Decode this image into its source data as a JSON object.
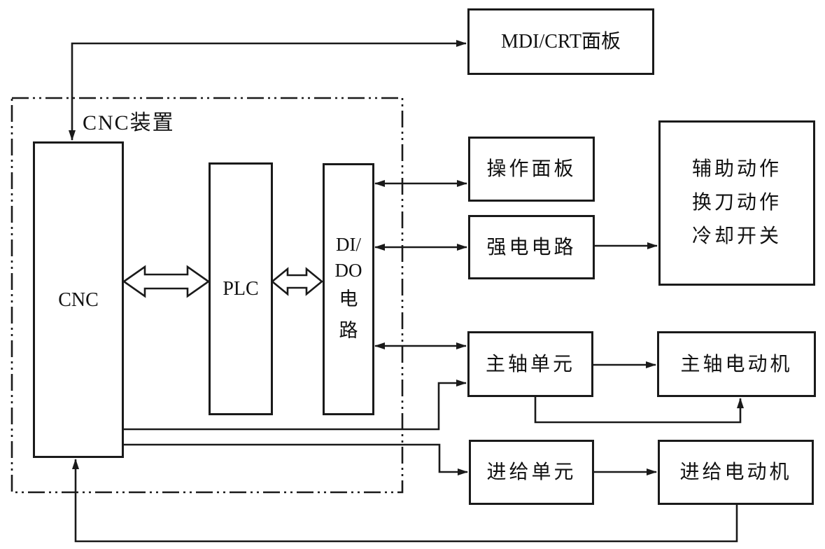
{
  "diagram": {
    "container_label": "CNC装置",
    "boxes": {
      "mdi_crt": "MDI/CRT面板",
      "cnc": "CNC",
      "plc": "PLC",
      "dido": {
        "l1": "DI/",
        "l2": "DO",
        "l3": "电",
        "l4": "路"
      },
      "operation_panel": "操作面板",
      "power_circuit": "强电电路",
      "aux_actions": {
        "l1": "辅助动作",
        "l2": "换刀动作",
        "l3": "冷却开关"
      },
      "spindle_unit": "主轴单元",
      "spindle_motor": "主轴电动机",
      "feed_unit": "进给单元",
      "feed_motor": "进给电动机"
    },
    "colors": {
      "line": "#1a1a1a",
      "background": "#ffffff",
      "text": "#111111"
    }
  }
}
